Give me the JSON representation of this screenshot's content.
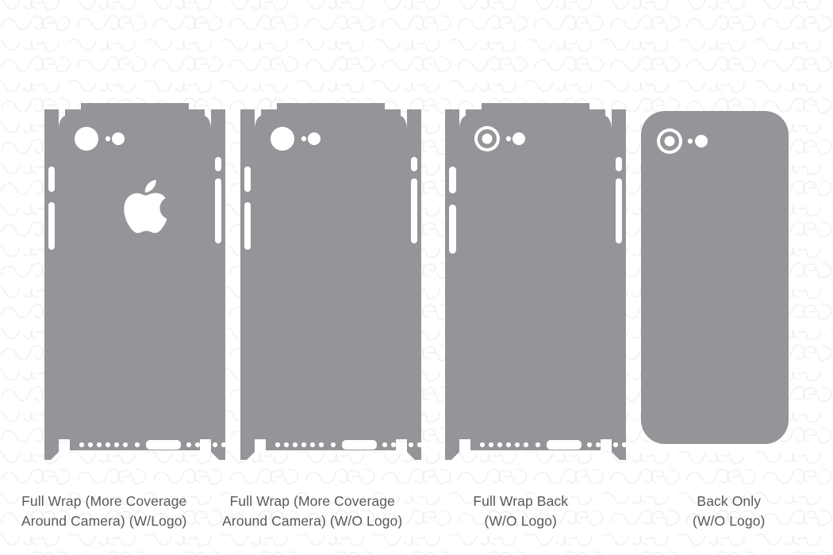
{
  "page": {
    "background_color": "#ffffff",
    "skin_color": "#939598",
    "cut_color": "#ffffff",
    "label_color": "#58595b",
    "watermark_color": "#f1f2f3",
    "watermark_text": "easy"
  },
  "templates": [
    {
      "id": "full-wrap-more-coverage-with-logo",
      "label_line1": "Full Wrap (More Coverage",
      "label_line2": "Around Camera) (W/Logo)",
      "kind": "full-wrap",
      "camera_style": "solid",
      "has_apple_logo": true,
      "has_side_flaps": true
    },
    {
      "id": "full-wrap-more-coverage-no-logo",
      "label_line1": "Full Wrap (More Coverage",
      "label_line2": "Around Camera) (W/O Logo)",
      "kind": "full-wrap",
      "camera_style": "solid",
      "has_apple_logo": false,
      "has_side_flaps": true
    },
    {
      "id": "full-wrap-back-no-logo",
      "label_line1": "Full Wrap Back",
      "label_line2": "(W/O Logo)",
      "kind": "full-wrap",
      "camera_style": "ring",
      "has_apple_logo": false,
      "has_side_flaps": true
    },
    {
      "id": "back-only-no-logo",
      "label_line1": "Back Only",
      "label_line2": "(W/O Logo)",
      "kind": "back-only",
      "camera_style": "ring",
      "has_apple_logo": false,
      "has_side_flaps": false
    }
  ],
  "cutouts": {
    "camera_label": "camera-cutout",
    "mic_label": "microphone-cutout",
    "flash_label": "flash-cutout",
    "logo_label": "apple-logo-cutout",
    "mute_switch_label": "mute-switch-cutout",
    "volume_up_label": "volume-up-cutout",
    "volume_down_label": "volume-down-cutout",
    "power_label": "power-button-cutout",
    "lightning_label": "lightning-port-cutout",
    "speaker_label": "speaker-holes-cutout",
    "speaker_hole_count_left": 6,
    "speaker_hole_count_right": 6
  }
}
